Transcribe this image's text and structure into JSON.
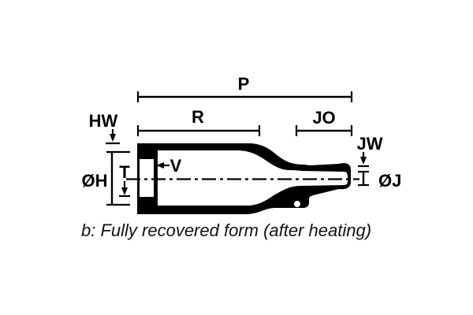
{
  "figure": {
    "caption": "b: Fully recovered form (after heating)",
    "dimension_labels": {
      "overall_length": "P",
      "body_length": "R",
      "small_end_length": "JO",
      "large_end_wall": "HW",
      "large_end_diameter": "ØH",
      "lip_depth": "T",
      "lip_thickness": "V",
      "small_end_wall": "JW",
      "small_end_diameter": "ØJ"
    },
    "colors": {
      "ink": "#000000",
      "background": "#ffffff",
      "caption_ink": "#111111"
    }
  }
}
